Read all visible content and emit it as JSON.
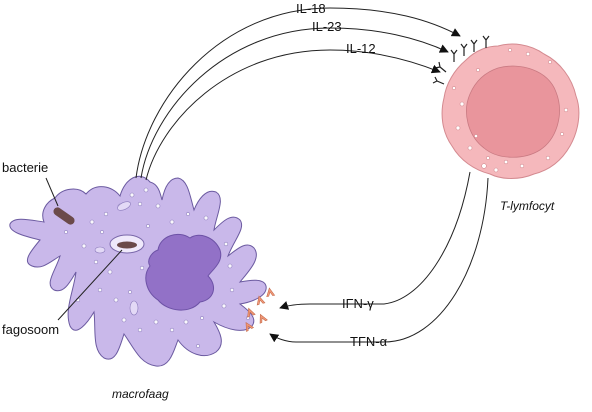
{
  "cytokines_in": [
    "IL-18",
    "IL-23",
    "IL-12"
  ],
  "cytokines_out": [
    "IFN-γ",
    "TFN-α"
  ],
  "cells": {
    "macrophage": "macrofaag",
    "t_cell": "T-lymfocyt"
  },
  "parts": {
    "bacterium": "bacterie",
    "phagosome": "fagosoom"
  },
  "colors": {
    "macrophage_fill": "#c9b8ea",
    "macrophage_nucleus": "#9271c7",
    "t_cell_fill": "#f5b8bc",
    "t_cell_nucleus": "#e9959c",
    "bacterium": "#6b4a4a",
    "receptor": "#f29a7a"
  }
}
